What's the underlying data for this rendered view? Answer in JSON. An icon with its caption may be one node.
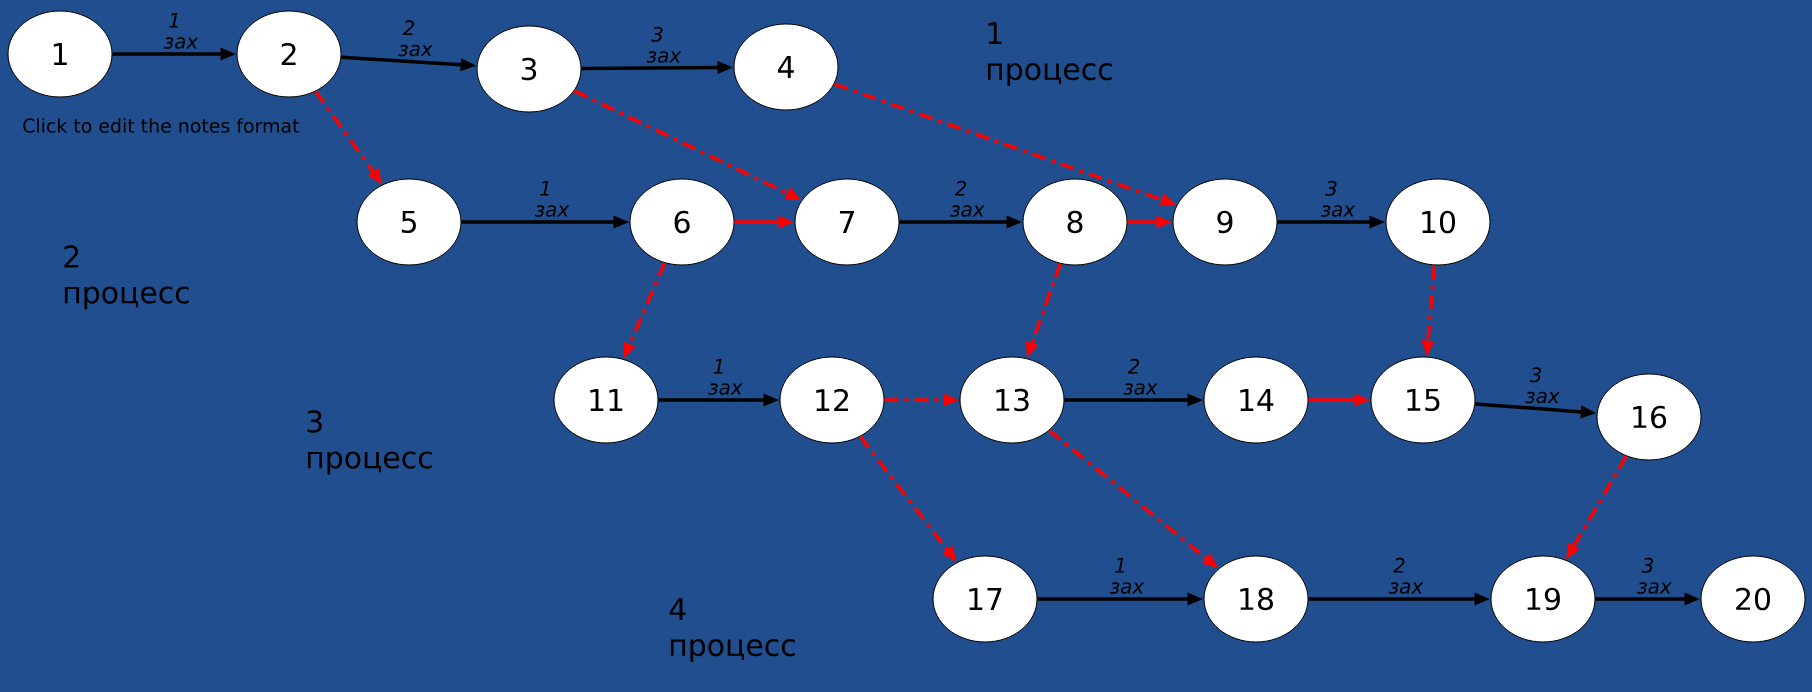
{
  "diagram": {
    "nodes": [
      {
        "text": [
          "1"
        ]
      },
      {
        "text": [
          "2"
        ]
      },
      {
        "text": [
          "3"
        ]
      },
      {
        "text": [
          "4"
        ]
      },
      {
        "text": [
          "5"
        ]
      },
      {
        "text": [
          "6"
        ]
      },
      {
        "text": [
          "7"
        ]
      },
      {
        "text": [
          "8"
        ]
      },
      {
        "text": [
          "9"
        ]
      },
      {
        "text": [
          "10"
        ]
      },
      {
        "text": [
          "11"
        ]
      },
      {
        "text": [
          "12"
        ]
      },
      {
        "text": [
          "13"
        ]
      },
      {
        "text": [
          "14"
        ]
      },
      {
        "text": [
          "15"
        ]
      },
      {
        "text": [
          "16"
        ]
      },
      {
        "text": [
          "17"
        ]
      },
      {
        "text": [
          "18"
        ]
      },
      {
        "text": [
          "19"
        ]
      },
      {
        "text": [
          "20"
        ]
      }
    ],
    "edges": [
      {
        "from": 0,
        "to": 1,
        "arrow": "to",
        "label": "1 зах",
        "color": "#000000"
      },
      {
        "from": 1,
        "to": 2,
        "arrow": "to",
        "label": "2 зах",
        "color": "#000000"
      },
      {
        "from": 2,
        "to": 3,
        "arrow": "to",
        "label": "3 зах",
        "color": "#000000"
      },
      {
        "from": 4,
        "to": 5,
        "arrow": "to",
        "label": "1 зах",
        "color": "#000000"
      },
      {
        "from": 5,
        "to": 6,
        "arrow": "to",
        "color": "#ff0000"
      },
      {
        "from": 6,
        "to": 7,
        "arrow": "to",
        "label": "2 зах",
        "color": "#000000"
      },
      {
        "from": 7,
        "to": 8,
        "arrow": "to",
        "color": "#ff0000"
      },
      {
        "from": 8,
        "to": 9,
        "arrow": "to",
        "label": "3 зах",
        "color": "#000000"
      },
      {
        "from": 10,
        "to": 11,
        "arrow": "to",
        "label": "1 зах",
        "color": "#000000"
      },
      {
        "from": 11,
        "to": 12,
        "arrow": "to",
        "style": "dashed",
        "color": "#ff0000"
      },
      {
        "from": 12,
        "to": 13,
        "arrow": "to",
        "label": "2 зах",
        "color": "#000000"
      },
      {
        "from": 13,
        "to": 14,
        "arrow": "to",
        "color": "#ff0000"
      },
      {
        "from": 14,
        "to": 15,
        "arrow": "to",
        "label": "3 зах",
        "color": "#000000"
      },
      {
        "from": 16,
        "to": 17,
        "arrow": "to",
        "label": "1 зах",
        "color": "#000000"
      },
      {
        "from": 17,
        "to": 18,
        "arrow": "to",
        "label": "2 зах",
        "color": "#000000"
      },
      {
        "from": 18,
        "to": 19,
        "arrow": "to",
        "label": "3 зах",
        "color": "#000000"
      },
      {
        "from": 1,
        "to": 4,
        "arrow": "to",
        "style": "dashed",
        "color": "#ff0000"
      },
      {
        "from": 2,
        "to": 6,
        "arrow": "to",
        "style": "dashed",
        "color": "#ff0000"
      },
      {
        "from": 3,
        "to": 8,
        "arrow": "to",
        "style": "dashed",
        "color": "#ff0000"
      },
      {
        "from": 5,
        "to": 10,
        "arrow": "to",
        "style": "dashed",
        "color": "#ff0000"
      },
      {
        "from": 7,
        "to": 12,
        "arrow": "to",
        "style": "dashed",
        "color": "#ff0000"
      },
      {
        "from": 9,
        "to": 14,
        "arrow": "to",
        "style": "dashed",
        "color": "#ff0000"
      },
      {
        "from": 11,
        "to": 16,
        "arrow": "to",
        "style": "dashed",
        "color": "#ff0000"
      },
      {
        "from": 12,
        "to": 17,
        "arrow": "to",
        "style": "dashed",
        "color": "#ff0000"
      },
      {
        "from": 15,
        "to": 18,
        "arrow": "to",
        "style": "dashed",
        "color": "#ff0000"
      }
    ],
    "labels": [
      "1 процесс",
      "Click to edit the notes format",
      "2 процесс",
      "3 процесс",
      "4 процесс"
    ]
  }
}
